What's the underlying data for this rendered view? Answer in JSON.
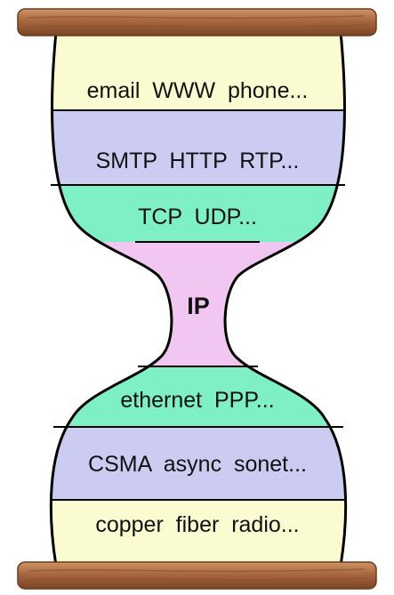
{
  "layers": [
    {
      "label": "email  WWW  phone...",
      "color": "#fbfbd2"
    },
    {
      "label": "SMTP  HTTP  RTP...",
      "color": "#ccccf2"
    },
    {
      "label": "TCP  UDP...",
      "color": "#7fefc6"
    },
    {
      "label": "IP",
      "color": "#f1c7f1"
    },
    {
      "label": "ethernet  PPP...",
      "color": "#7fefc6"
    },
    {
      "label": "CSMA  async  sonet...",
      "color": "#ccccf2"
    },
    {
      "label": "copper  fiber  radio...",
      "color": "#fbfbd2"
    }
  ],
  "colors": {
    "wood": "#a8673f",
    "wood_light": "#cf9466",
    "wood_dark": "#7a4526",
    "outline": "#000000"
  }
}
